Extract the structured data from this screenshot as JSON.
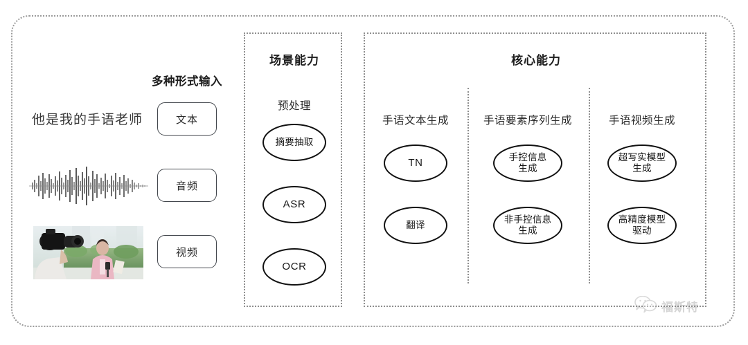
{
  "diagram": {
    "outer_frame": {
      "style": "dotted-rounded"
    },
    "input_section": {
      "caption": "多种形式输入",
      "sample_text": "他是我的手语老师",
      "modalities": [
        {
          "label": "文本",
          "media": "text-sample"
        },
        {
          "label": "音频",
          "media": "audio-waveform"
        },
        {
          "label": "视频",
          "media": "video-thumbnail"
        }
      ]
    },
    "scene_box": {
      "title": "场景能力",
      "columns": [
        {
          "heading": "预处理",
          "nodes": [
            {
              "label": "摘要抽取",
              "script": "han"
            },
            {
              "label": "ASR",
              "script": "latin"
            },
            {
              "label": "OCR",
              "script": "latin"
            }
          ]
        }
      ]
    },
    "core_box": {
      "title": "核心能力",
      "columns": [
        {
          "heading": "手语文本生成",
          "nodes": [
            {
              "label": "TN",
              "script": "latin"
            },
            {
              "label": "翻译",
              "script": "han"
            }
          ]
        },
        {
          "heading": "手语要素序列生成",
          "nodes": [
            {
              "label": "手控信息\n生成",
              "script": "han"
            },
            {
              "label": "非手控信息\n生成",
              "script": "han"
            }
          ]
        },
        {
          "heading": "手语视频生成",
          "nodes": [
            {
              "label": "超写实模型\n生成",
              "script": "han"
            },
            {
              "label": "高精度模型\n驱动",
              "script": "han"
            }
          ]
        }
      ]
    },
    "watermark": {
      "text": "福斯特",
      "icon": "wechat-icon"
    },
    "colors": {
      "node_border": "#111111",
      "dotted_border": "#8e8e8e",
      "text": "#2b2b2b",
      "background": "#ffffff"
    }
  }
}
